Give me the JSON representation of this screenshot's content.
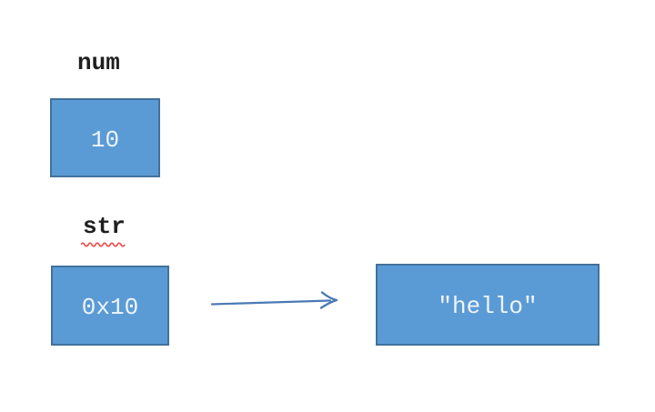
{
  "diagram": {
    "colors": {
      "background": "#ffffff",
      "box_fill": "#5b9bd5",
      "box_border": "#41719c",
      "label_text": "#1f1f1f",
      "value_text": "#eef4fb",
      "arrow": "#4a7ab5",
      "squiggle": "#ee4444"
    },
    "variables": [
      {
        "label": "num",
        "value": "10",
        "spellcheck_underline": false
      },
      {
        "label": "str",
        "value": "0x10",
        "spellcheck_underline": true
      }
    ],
    "heap_object": {
      "value": "″hello″"
    },
    "pointer": {
      "from": "str",
      "to": "″hello″"
    }
  }
}
